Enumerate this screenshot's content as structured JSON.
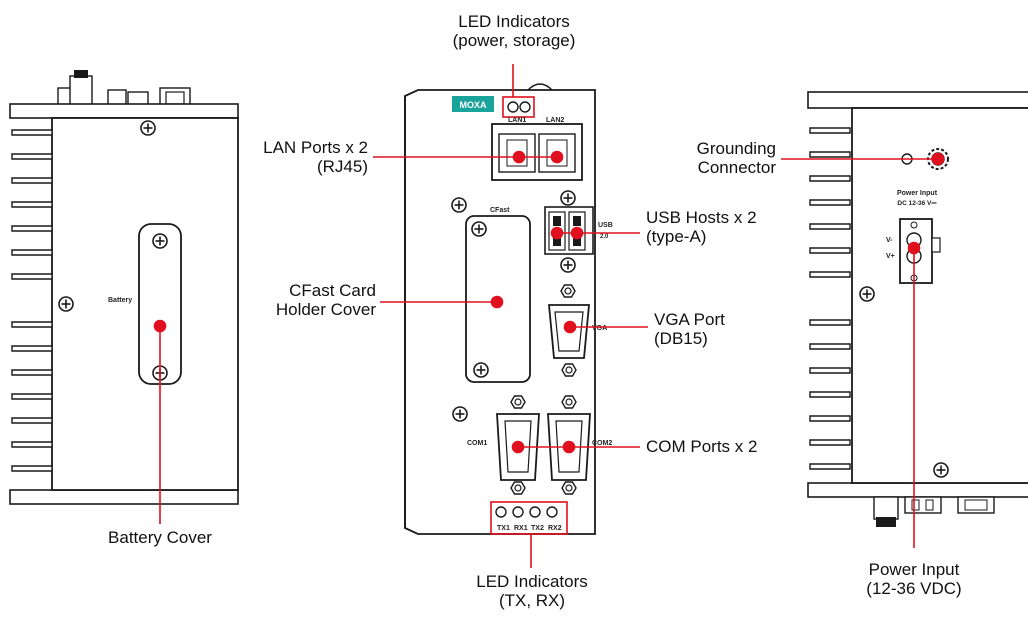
{
  "callouts": {
    "led_power": {
      "line1": "LED Indicators",
      "line2": "(power, storage)"
    },
    "lan": {
      "line1": "LAN Ports x 2",
      "line2": "(RJ45)"
    },
    "cfast": {
      "line1": "CFast Card",
      "line2": "Holder Cover"
    },
    "usb": {
      "line1": "USB Hosts x 2",
      "line2": "(type-A)"
    },
    "vga": {
      "line1": "VGA Port",
      "line2": "(DB15)"
    },
    "com": {
      "line1": "COM Ports x 2"
    },
    "led_txrx": {
      "line1": "LED Indicators",
      "line2": "(TX, RX)"
    },
    "battery": {
      "line1": "Battery Cover"
    },
    "grounding": {
      "line1": "Grounding",
      "line2": "Connector"
    },
    "power": {
      "line1": "Power Input",
      "line2": "(12-36 VDC)"
    }
  },
  "device_labels": {
    "brand": "MOXA",
    "lan1": "LAN1",
    "lan2": "LAN2",
    "cfast": "CFast",
    "usb": "USB",
    "usb_ver": "2.0",
    "vga": "VGA",
    "com1": "COM1",
    "com2": "COM2",
    "tx1": "TX1",
    "rx1": "RX1",
    "tx2": "TX2",
    "rx2": "RX2",
    "battery": "Battery",
    "power_title": "Power Input",
    "power_rating": "DC 12-36 V⎓",
    "vminus": "V-",
    "vplus": "V+"
  },
  "colors": {
    "callout": "#e0101e",
    "outline": "#1a1a1a",
    "brand": "#1aa39a"
  }
}
